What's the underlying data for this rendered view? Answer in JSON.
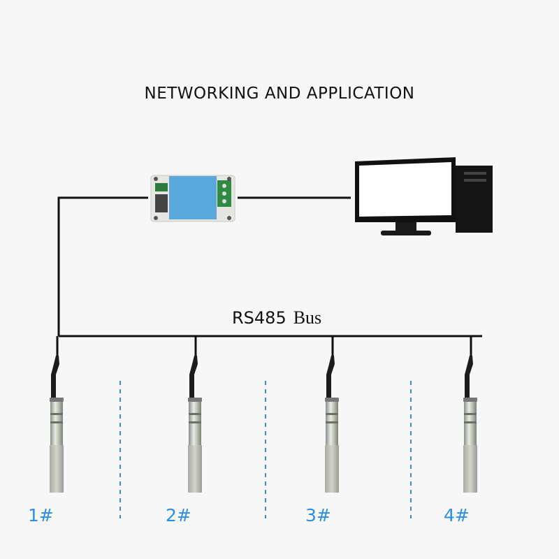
{
  "title": "NETWORKING AND APPLICATION",
  "bus_label": {
    "prefix": "RS485",
    "suffix": "Bus"
  },
  "sensors": [
    {
      "label": "1#"
    },
    {
      "label": "2#"
    },
    {
      "label": "3#"
    },
    {
      "label": "4#"
    }
  ],
  "colors": {
    "background": "#f7f7f7",
    "line": "#111111",
    "label": "#2b8fe6",
    "divider": "#2b8fe6",
    "converter": "#5aa8dc"
  },
  "icons": [
    "rs485-converter-icon",
    "desktop-computer-icon",
    "sensor-probe-icon"
  ]
}
